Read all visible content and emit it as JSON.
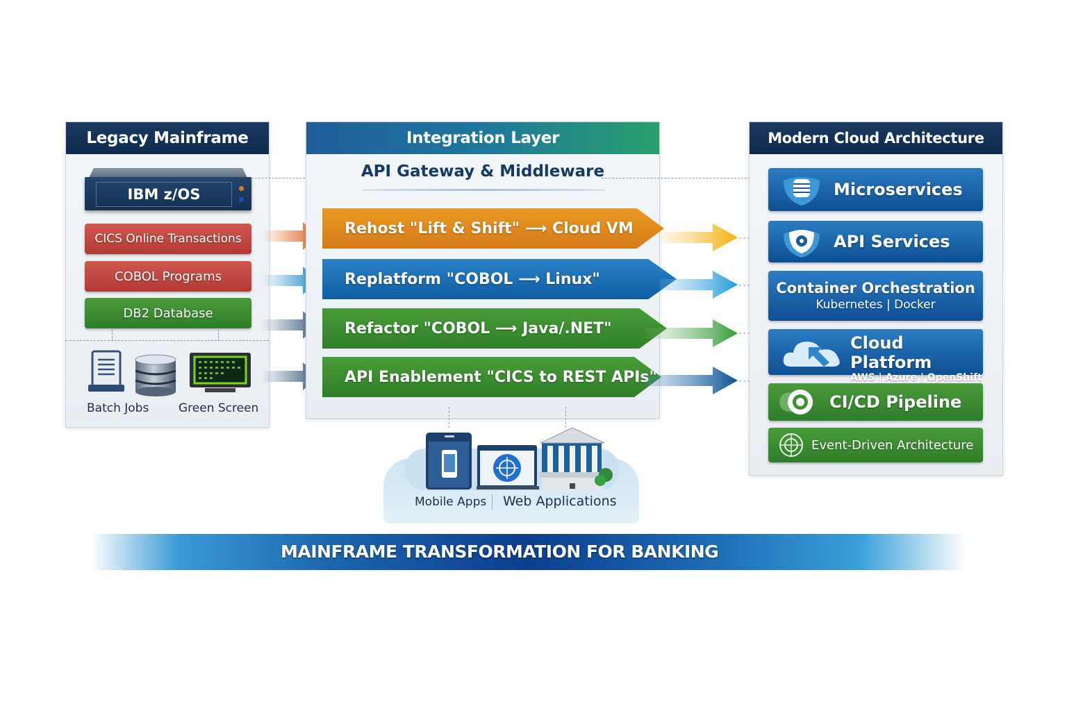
{
  "legacy": {
    "title": "Legacy Mainframe",
    "server_label": "IBM z/OS",
    "components": [
      {
        "label": "CICS Online Transactions",
        "color": "#c0463f"
      },
      {
        "label": "COBOL Programs",
        "color": "#c0463f"
      },
      {
        "label": "DB2 Database",
        "color": "#3c8c32"
      }
    ],
    "icons": [
      {
        "label": "Batch Jobs",
        "icon": "document-icon"
      },
      {
        "label": "",
        "icon": "database-icon"
      },
      {
        "label": "Green Screen",
        "icon": "terminal-icon"
      }
    ]
  },
  "integration": {
    "title": "Integration Layer",
    "subtitle": "API Gateway & Middleware",
    "strategies": [
      {
        "label": "Rehost \"Lift & Shift\" ⟶ Cloud VM",
        "color": "#e08a1c"
      },
      {
        "label": "Replatform \"COBOL ⟶ Linux\"",
        "color": "#1f6fb6"
      },
      {
        "label": "Refactor \"COBOL ⟶ Java/.NET\"",
        "color": "#3f8f34"
      },
      {
        "label": "API Enablement \"CICS to REST APIs\"",
        "color": "#3f8f34"
      }
    ]
  },
  "modern": {
    "title": "Modern Cloud Architecture",
    "items": [
      {
        "label": "Microservices",
        "sub": "",
        "icon": "database-shield-icon",
        "color": "blue"
      },
      {
        "label": "API Services",
        "sub": "",
        "icon": "gear-shield-icon",
        "color": "blue"
      },
      {
        "label": "Container Orchestration",
        "sub": "Kubernetes | Docker",
        "icon": "",
        "color": "blue"
      },
      {
        "label": "Cloud Platform",
        "sub": "AWS | Azure | OpenShift",
        "icon": "cloud-icon",
        "color": "blue"
      },
      {
        "label": "CI/CD Pipeline",
        "sub": "",
        "icon": "pipeline-icon",
        "color": "green"
      },
      {
        "label": "Event-Driven Architecture",
        "sub": "",
        "icon": "globe-icon",
        "color": "green"
      }
    ]
  },
  "channels": {
    "mobile_label": "Mobile Apps",
    "web_label": "Web Applications"
  },
  "footer": {
    "title": "MAINFRAME TRANSFORMATION FOR BANKING"
  },
  "colors": {
    "navy": "#123158",
    "orange": "#e08a1c",
    "blue": "#1f6fb6",
    "green": "#3f8f34",
    "red": "#c0463f"
  }
}
